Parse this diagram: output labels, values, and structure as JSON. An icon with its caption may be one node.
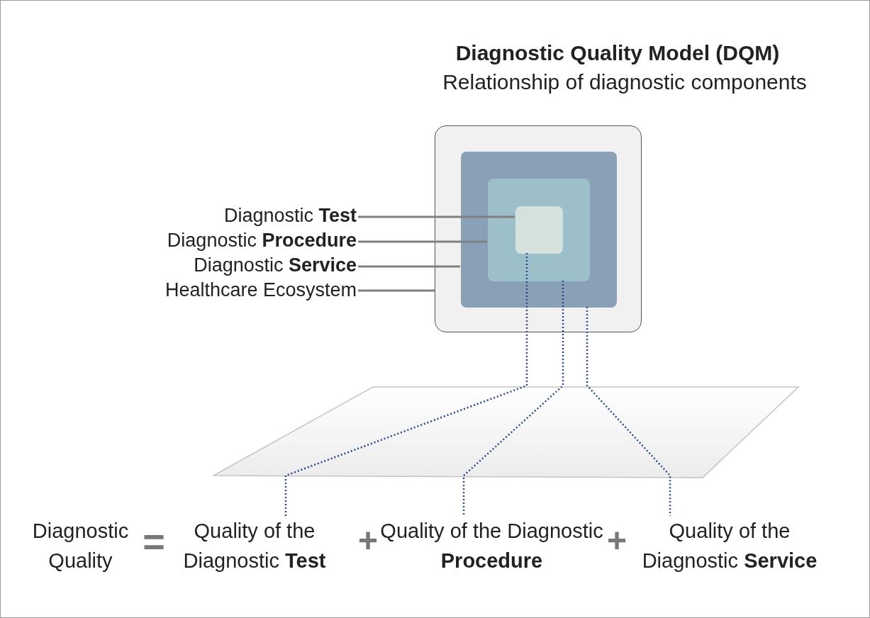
{
  "diagram": {
    "title": "Diagnostic Quality Model (DQM)",
    "nodes": [
      {
        "text": [],
        "shape": "box"
      },
      {
        "text": [],
        "shape": "box",
        "in": 0
      },
      {
        "text": [],
        "shape": "box",
        "in": 1
      },
      {
        "text": [],
        "shape": "box",
        "in": 2
      },
      {
        "text": [
          "Diagnostic **Test**"
        ]
      },
      {
        "text": [
          "Diagnostic **Procedure**"
        ]
      },
      {
        "text": [
          "Diagnostic **Service**"
        ]
      },
      {
        "text": [
          "Healthcare Ecosystem"
        ]
      },
      {
        "text": [
          "Quality of the Diagnostic **Test**"
        ]
      },
      {
        "text": [
          "Quality of the Diagnostic **Procedure**"
        ]
      },
      {
        "text": [
          "Quality of the Diagnostic **Service**"
        ]
      }
    ],
    "edges": [
      {
        "from": 4,
        "to": 3,
        "arrow": "none"
      },
      {
        "from": 5,
        "to": 2,
        "arrow": "none"
      },
      {
        "from": 6,
        "to": 1,
        "arrow": "none"
      },
      {
        "from": 7,
        "to": 0,
        "arrow": "none"
      },
      {
        "from": 3,
        "to": 8,
        "arrow": "none",
        "style": "dashed",
        "color": "#2e4a8c"
      },
      {
        "from": 2,
        "to": 9,
        "arrow": "none",
        "style": "dashed",
        "color": "#2e4a8c"
      },
      {
        "from": 1,
        "to": 10,
        "arrow": "none",
        "style": "dashed",
        "color": "#2e4a8c"
      }
    ],
    "labels": [
      "Relationship of diagnostic components",
      "Diagnostic Quality",
      "=",
      "+",
      "+"
    ]
  }
}
